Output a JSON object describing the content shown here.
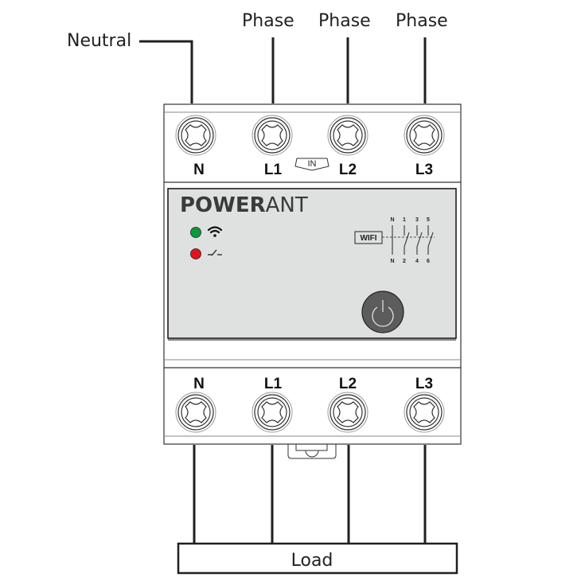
{
  "supply_labels": {
    "neutral": "Neutral",
    "phases": [
      "Phase",
      "Phase",
      "Phase"
    ]
  },
  "device": {
    "brand_bold": "POWER",
    "brand_light": "ANT",
    "input_terminals": [
      "N",
      "L1",
      "L2",
      "L3"
    ],
    "output_terminals": [
      "N",
      "L1",
      "L2",
      "L3"
    ],
    "input_marker": "IN",
    "indicators": [
      {
        "name": "wifi-status",
        "color": "#0a9a3c",
        "icon": "wifi-icon"
      },
      {
        "name": "switch-status",
        "color": "#e0141e",
        "icon": "switch-contact-icon"
      }
    ],
    "schematic": {
      "wifi_label": "WIFI",
      "top_pins": [
        "N",
        "1",
        "3",
        "5"
      ],
      "bottom_pins": [
        "N",
        "2",
        "4",
        "6"
      ]
    },
    "power_button_icon": "power-icon",
    "colors": {
      "panel": "#dfe0e0",
      "power_button": "#5c5c5c",
      "led_green": "#0a9a3c",
      "led_red": "#e0141e"
    }
  },
  "load_label": "Load"
}
